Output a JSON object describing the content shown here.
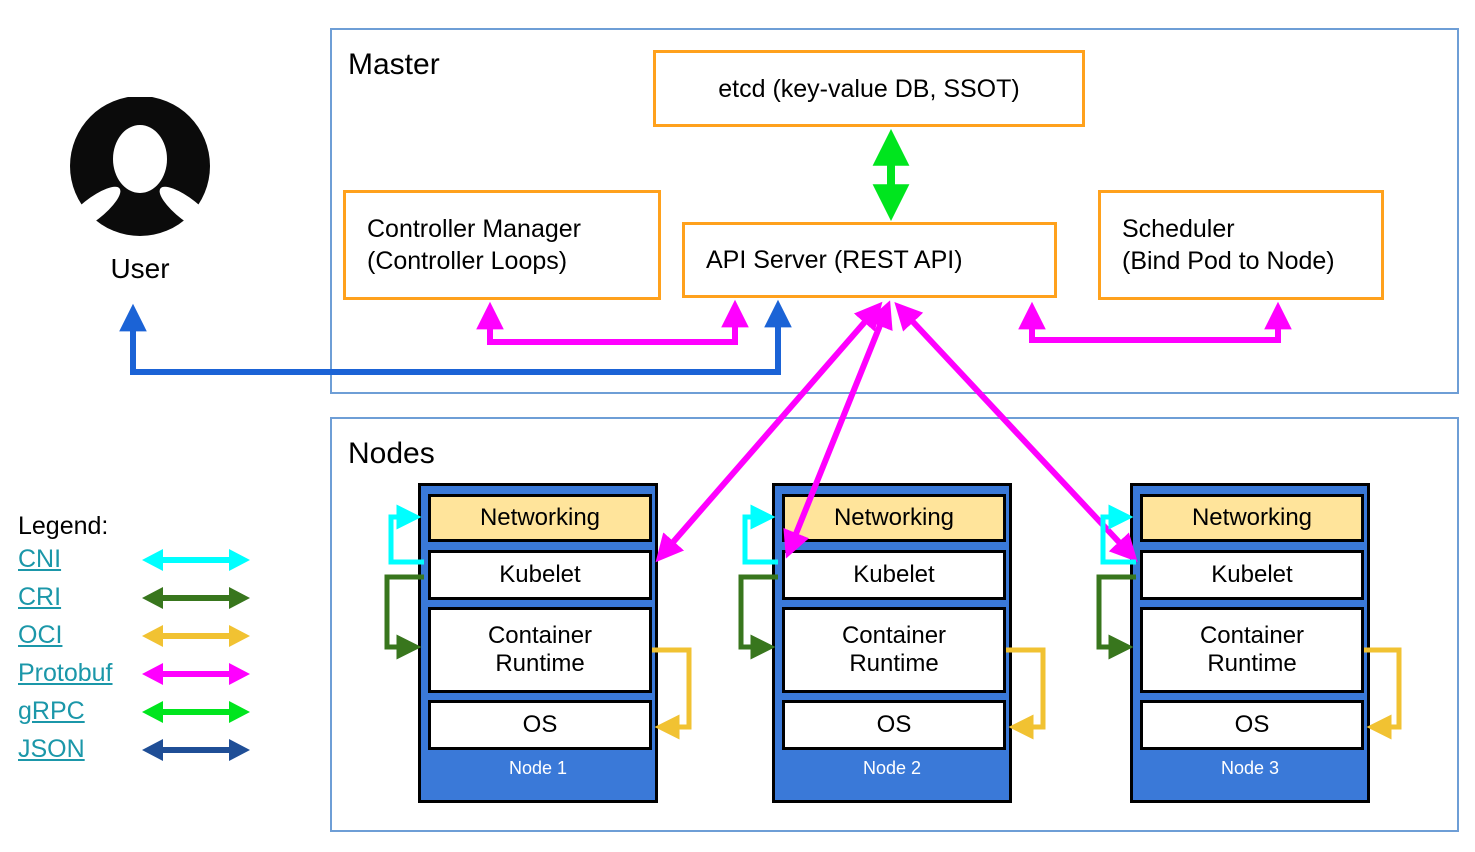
{
  "sections": {
    "master": "Master",
    "nodes": "Nodes"
  },
  "user_label": "User",
  "master_boxes": {
    "etcd": "etcd (key-value DB, SSOT)",
    "controller_manager": [
      "Controller Manager",
      "(Controller Loops)"
    ],
    "api_server": "API Server (REST API)",
    "scheduler": [
      "Scheduler",
      "(Bind Pod to Node)"
    ]
  },
  "nodes": [
    {
      "name": "Node 1",
      "layers": [
        "Networking",
        "Kubelet",
        "Container Runtime",
        "OS"
      ]
    },
    {
      "name": "Node 2",
      "layers": [
        "Networking",
        "Kubelet",
        "Container Runtime",
        "OS"
      ]
    },
    {
      "name": "Node 3",
      "layers": [
        "Networking",
        "Kubelet",
        "Container Runtime",
        "OS"
      ]
    }
  ],
  "legend": {
    "title": "Legend:",
    "items": [
      {
        "id": "cni",
        "label": "CNI"
      },
      {
        "id": "cri",
        "label": "CRI"
      },
      {
        "id": "oci",
        "label": "OCI"
      },
      {
        "id": "protobuf",
        "label": "Protobuf"
      },
      {
        "id": "grpc",
        "label": "gRPC"
      },
      {
        "id": "json",
        "label": "JSON"
      }
    ]
  },
  "colors": {
    "protobuf": "#ff00ff",
    "grpc": "#00e51e",
    "cni": "#00ffff",
    "cri": "#38761d",
    "oci": "#f1c232",
    "json": "#1f4e96",
    "json_arrow": "#1b63d6",
    "node_blue": "#3a79d8",
    "networking_tan": "#ffe49b",
    "orange_border": "#ffa11c",
    "section_border": "#6e9ed6",
    "link_teal": "#1b97a9"
  }
}
